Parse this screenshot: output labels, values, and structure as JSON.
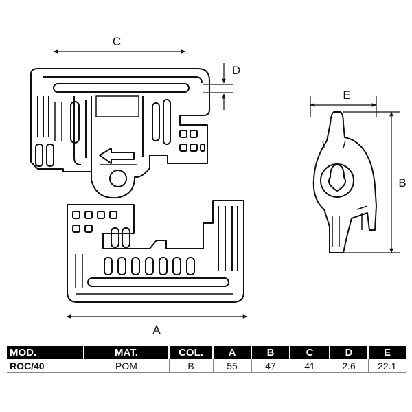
{
  "dimensions": {
    "a": "A",
    "b": "B",
    "c": "C",
    "d": "D",
    "e": "E"
  },
  "table": {
    "headers": [
      "MOD.",
      "MAT.",
      "COL.",
      "A",
      "B",
      "C",
      "D",
      "E"
    ],
    "rows": [
      [
        "ROC/40",
        "POM",
        "B",
        "55",
        "47",
        "41",
        "2.6",
        "22.1"
      ]
    ]
  },
  "colors": {
    "line": "#111111",
    "header_bg": "#000000",
    "header_text": "#ffffff"
  }
}
